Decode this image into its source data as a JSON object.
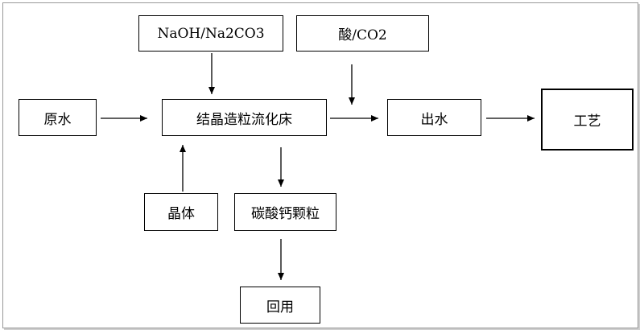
{
  "nodes": {
    "raw_water": "原水",
    "reactor": "结晶造粒流化床",
    "naoh": "NaOH/Na2CO3",
    "acid": "酸/CO2",
    "effluent": "出水",
    "process": "工艺",
    "crystal": "晶体",
    "caco3": "碳酸钙颗粒",
    "reuse": "回用"
  },
  "colors": {
    "stroke": "#000000",
    "frame": "#999999"
  }
}
